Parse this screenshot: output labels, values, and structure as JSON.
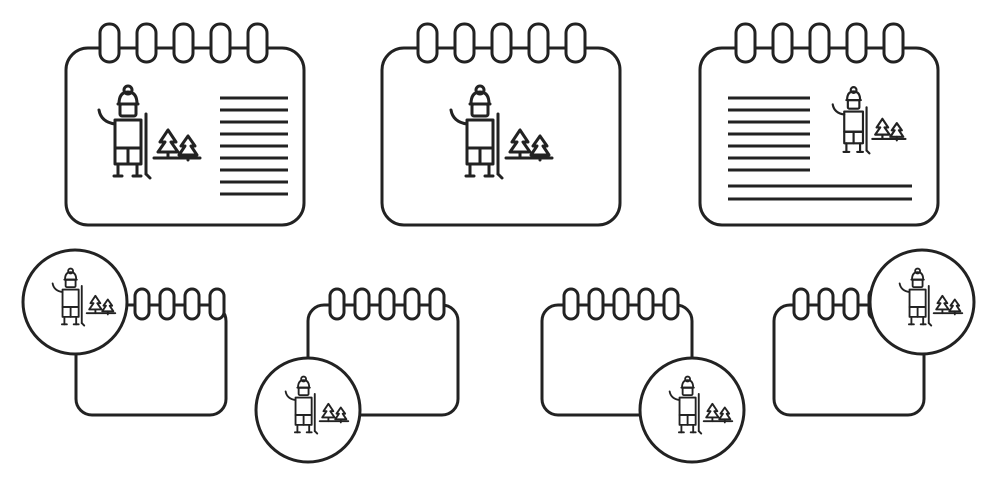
{
  "stock_id": "462964334",
  "colors": {
    "stroke": "#222222",
    "background": "#ffffff"
  },
  "icon_subject": "skier-with-trees-icon",
  "variants": [
    {
      "name": "calendar-variant-1",
      "text_lines": "right"
    },
    {
      "name": "calendar-variant-2",
      "text_lines": "none"
    },
    {
      "name": "calendar-variant-3",
      "text_lines": "left"
    },
    {
      "name": "calendar-badge-variant-1",
      "badge_position": "top-left"
    },
    {
      "name": "calendar-badge-variant-2",
      "badge_position": "bottom-left"
    },
    {
      "name": "calendar-badge-variant-3",
      "badge_position": "bottom-right"
    },
    {
      "name": "calendar-badge-variant-4",
      "badge_position": "top-right"
    }
  ]
}
